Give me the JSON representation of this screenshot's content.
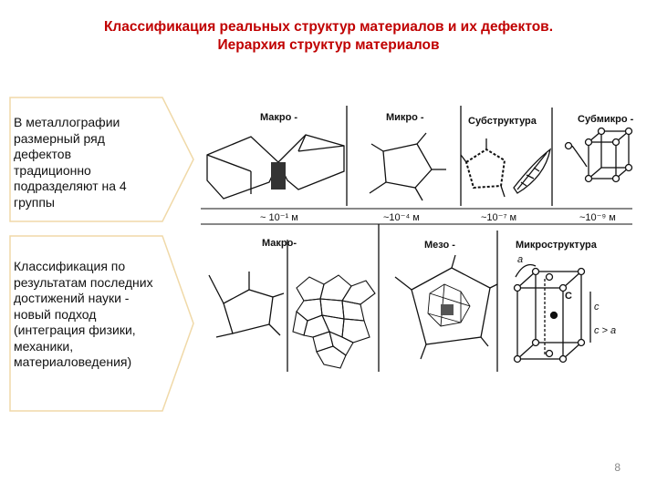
{
  "title": {
    "line1": "Классификация реальных структур материалов и их дефектов.",
    "line2": "Иерархия структур материалов"
  },
  "left_boxes": [
    {
      "text": "В металлографии размерный ряд дефектов традиционно подразделяют на 4 группы"
    },
    {
      "text": "Классификация по результатам последних достижений науки - новый подход (интеграция физики, механики, материаловедения)"
    }
  ],
  "diagram": {
    "top_row": {
      "labels": [
        "Макро -",
        "Микро -",
        "Субструктура",
        "Субмикро -"
      ],
      "scales": [
        "~ 10⁻¹ м",
        "~10⁻⁴ м",
        "~10⁻⁷ м",
        "~10⁻⁹ м"
      ]
    },
    "bottom_row": {
      "labels": [
        "Макро-",
        "Мезо -",
        "Микроструктура"
      ],
      "annotations": {
        "a": "a",
        "c_center": "C",
        "c_side": "c",
        "relation": "c > a"
      }
    }
  },
  "page_number": "8",
  "colors": {
    "title": "#c00000",
    "box_border": "#f0d9a8",
    "line": "#111111"
  }
}
